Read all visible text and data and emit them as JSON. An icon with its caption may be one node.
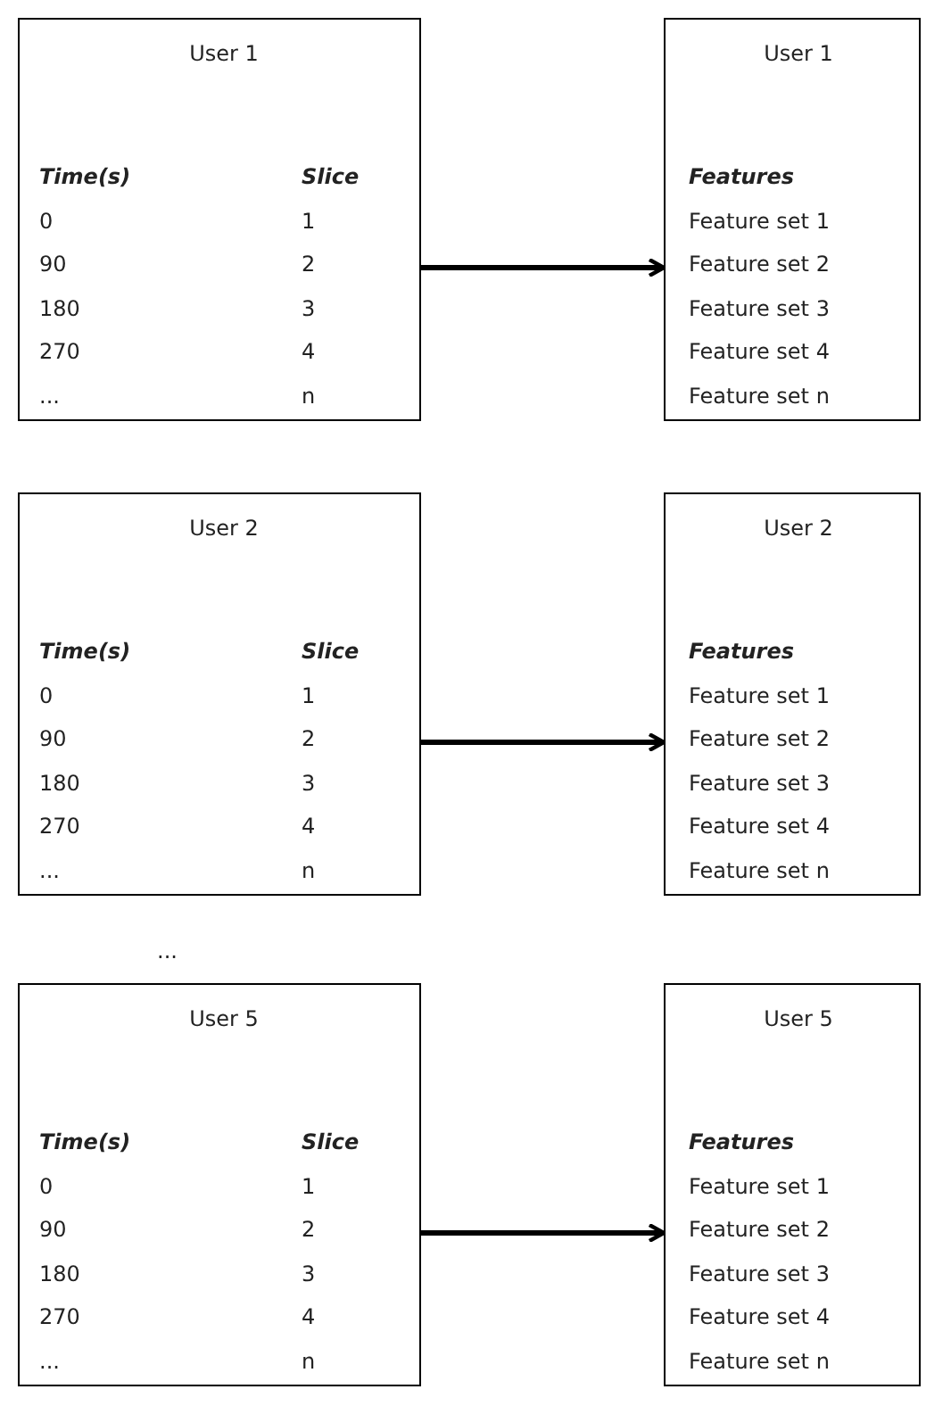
{
  "diagram": {
    "nodes": [
      {
        "text": [
          "User 1",
          "Time(s)",
          "Slice",
          "0",
          "1",
          "90",
          "2",
          "180",
          "3",
          "270",
          "4",
          "...",
          "n"
        ]
      },
      {
        "text": [
          "User 1",
          "Features",
          "Feature set 1",
          "Feature set 2",
          "Feature set 3",
          "Feature set 4",
          "Feature set n"
        ]
      },
      {
        "text": [
          "User 2",
          "Time(s)",
          "Slice",
          "0",
          "1",
          "90",
          "2",
          "180",
          "3",
          "270",
          "4",
          "...",
          "n"
        ]
      },
      {
        "text": [
          "User 2",
          "Features",
          "Feature set 1",
          "Feature set 2",
          "Feature set 3",
          "Feature set 4",
          "Feature set n"
        ]
      },
      {
        "text": [
          "User 5",
          "Time(s)",
          "Slice",
          "0",
          "1",
          "90",
          "2",
          "180",
          "3",
          "270",
          "4",
          "...",
          "n"
        ]
      },
      {
        "text": [
          "User 5",
          "Features",
          "Feature set 1",
          "Feature set 2",
          "Feature set 3",
          "Feature set 4",
          "Feature set n"
        ]
      }
    ],
    "edges": [
      {
        "from": 0,
        "to": 1,
        "arrow": "to"
      },
      {
        "from": 2,
        "to": 3,
        "arrow": "to"
      },
      {
        "from": 4,
        "to": 5,
        "arrow": "to"
      }
    ],
    "labels": [
      "..."
    ]
  }
}
